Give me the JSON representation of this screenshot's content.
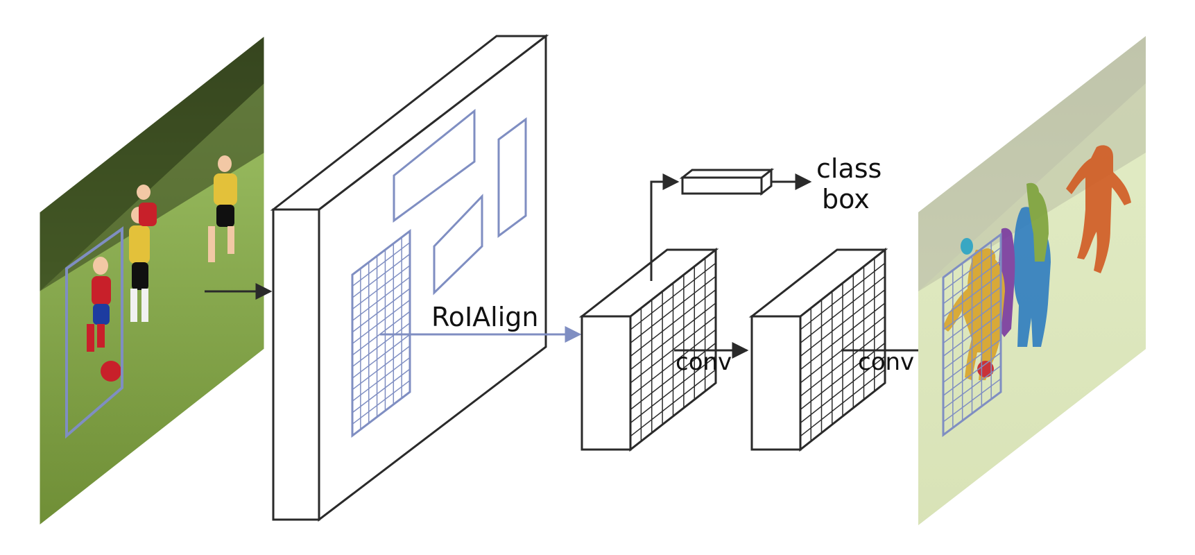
{
  "labels": {
    "roialign": "RoIAlign",
    "class": "class",
    "box": "box",
    "conv_1": "conv",
    "conv_2": "conv"
  },
  "colors": {
    "roi_blue": "#7f8ec2",
    "line_dark": "#2a2a2a",
    "grass": "#6f8f3c",
    "player_red": "#c8202a",
    "player_yellow": "#e3c13a",
    "mask_orange": "#d05a22",
    "mask_yellow": "#d8a32a",
    "mask_purple": "#7a3aa0",
    "mask_blue": "#2f7dc0",
    "mask_green": "#7ea33c"
  },
  "icons": {
    "input_image": "soccer-photo",
    "output_image": "segmented-soccer-photo"
  }
}
